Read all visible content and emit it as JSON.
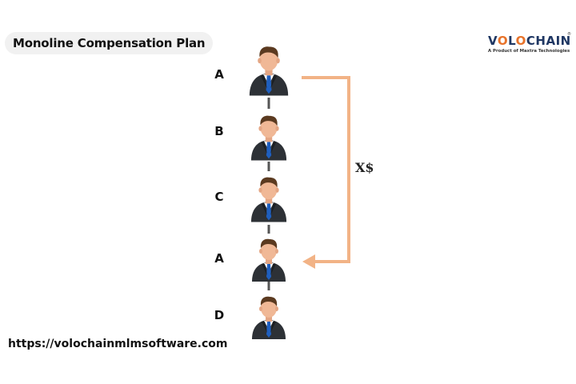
{
  "title": "Monoline Compensation Plan",
  "logo": {
    "wordmark_start": "V",
    "wordmark_o1": "O",
    "wordmark_l": "L",
    "wordmark_o2": "O",
    "wordmark_end": "CHAIN",
    "registered": "®",
    "tagline": "A Product of Maxtra Technologies"
  },
  "members": [
    {
      "label": "A",
      "icon": "businessman-icon"
    },
    {
      "label": "B",
      "icon": "businessman-icon"
    },
    {
      "label": "C",
      "icon": "businessman-icon"
    },
    {
      "label": "A",
      "icon": "businessman-icon"
    },
    {
      "label": "D",
      "icon": "businessman-icon"
    }
  ],
  "payout_label": "X$",
  "website": "https://volochainmlmsoftware.com",
  "colors": {
    "arrow": "#f2b386",
    "suit": "#2d3136",
    "tie": "#1f5fbf",
    "skin": "#f0b896",
    "hair": "#5b3a20",
    "logo_blue": "#1f3763",
    "logo_orange": "#e8732a"
  }
}
